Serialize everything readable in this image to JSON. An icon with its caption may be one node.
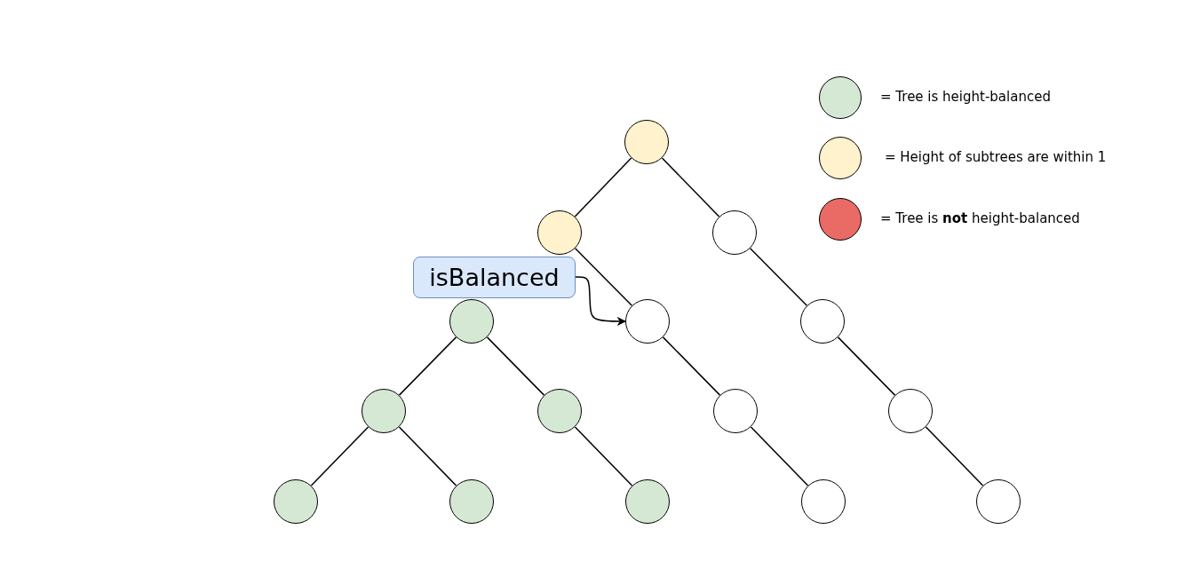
{
  "diagram": {
    "nodes": [
      {
        "text": [],
        "shape": "circle"
      },
      {
        "text": [],
        "shape": "circle"
      },
      {
        "text": [],
        "shape": "circle"
      },
      {
        "text": [],
        "shape": "circle"
      },
      {
        "text": [],
        "shape": "circle"
      },
      {
        "text": [],
        "shape": "circle"
      },
      {
        "text": [],
        "shape": "circle"
      },
      {
        "text": [],
        "shape": "circle"
      },
      {
        "text": [],
        "shape": "circle"
      },
      {
        "text": [],
        "shape": "circle"
      },
      {
        "text": [],
        "shape": "circle"
      },
      {
        "text": [],
        "shape": "circle"
      },
      {
        "text": [],
        "shape": "circle"
      },
      {
        "text": [],
        "shape": "circle"
      },
      {
        "text": [],
        "shape": "circle"
      },
      {
        "text": [
          "isBalanced"
        ]
      }
    ],
    "edges": [
      {
        "from": 0,
        "to": 1,
        "arrow": "none"
      },
      {
        "from": 0,
        "to": 2,
        "arrow": "none"
      },
      {
        "from": 1,
        "to": 4,
        "arrow": "none"
      },
      {
        "from": 2,
        "to": 5,
        "arrow": "none"
      },
      {
        "from": 3,
        "to": 6,
        "arrow": "none"
      },
      {
        "from": 3,
        "to": 7,
        "arrow": "none"
      },
      {
        "from": 4,
        "to": 8,
        "arrow": "none"
      },
      {
        "from": 5,
        "to": 9,
        "arrow": "none"
      },
      {
        "from": 6,
        "to": 10,
        "arrow": "none"
      },
      {
        "from": 6,
        "to": 11,
        "arrow": "none"
      },
      {
        "from": 7,
        "to": 12,
        "arrow": "none"
      },
      {
        "from": 8,
        "to": 13,
        "arrow": "none"
      },
      {
        "from": 9,
        "to": 14,
        "arrow": "none"
      },
      {
        "from": 15,
        "to": 4,
        "arrow": "to"
      }
    ],
    "legend": [
      {
        "text": "= Tree is height-balanced",
        "color": "#d5e8d4"
      },
      {
        "text": "= Height of subtrees are within 1",
        "color": "#fff2cc"
      },
      {
        "text": "= Tree is **not** height-balanced",
        "color": "#ea6b66"
      }
    ]
  }
}
